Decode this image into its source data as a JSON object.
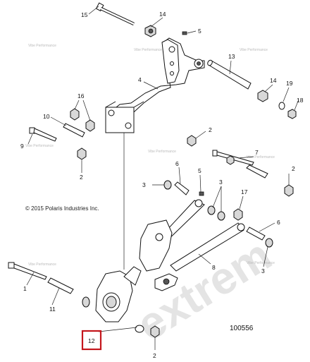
{
  "copyright": "© 2015 Polaris Industries Inc.",
  "diagram_number": "100556",
  "watermark": "extrem",
  "small_watermark": "Vibe Performance",
  "highlighted_callout": "12",
  "callouts": {
    "c15": "15",
    "c14a": "14",
    "c5a": "5",
    "c13": "13",
    "c4": "4",
    "c14b": "14",
    "c19": "19",
    "c18": "18",
    "c16": "16",
    "c10": "10",
    "c9": "9",
    "c2a": "2",
    "c2b": "2",
    "c7": "7",
    "c2c": "2",
    "c6a": "6",
    "c5b": "5",
    "c3a": "3",
    "c3b": "3",
    "c17": "17",
    "c6b": "6",
    "c8": "8",
    "c3c": "3",
    "c1": "1",
    "c11": "11",
    "c2d": "2"
  }
}
